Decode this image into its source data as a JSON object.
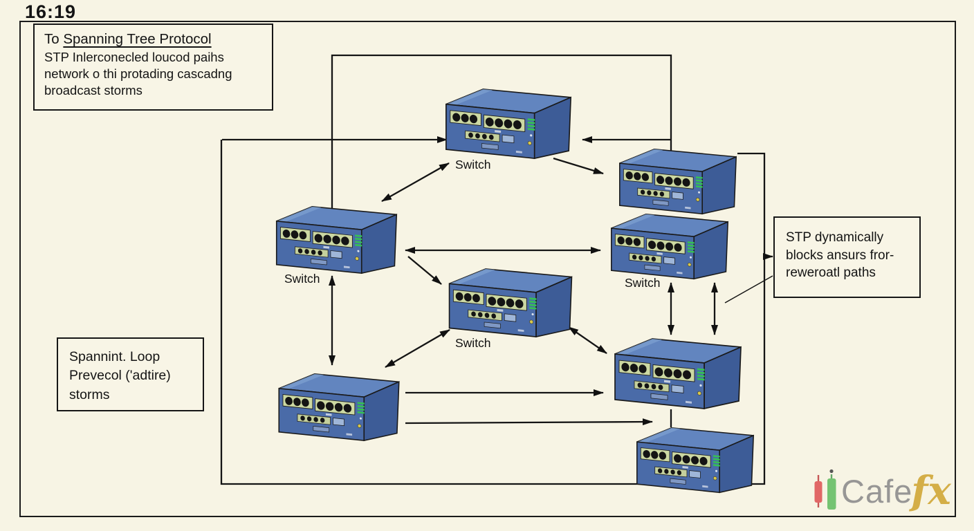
{
  "page": {
    "timestamp": "16:19"
  },
  "title_box": {
    "line1_prefix": "To ",
    "line1_underlined": "Spanning Tree Protocol",
    "line2": "STP Inlerconecled loucod paihs",
    "line3": "network o thi protading cascadng",
    "line4": "broadcast storms"
  },
  "left_box": {
    "line1": "Spannint. Loop",
    "line2": "Prevecol ('adtire)",
    "line3": "storms"
  },
  "right_box": {
    "line1": "STP dynamically",
    "line2": "blocks ansurs fror-",
    "line3": "reweroatl paths"
  },
  "switch_labels": [
    "Switch",
    "Switch",
    "Switch",
    "Switch"
  ],
  "watermark": {
    "name": "Cafe",
    "suffix": "fx"
  },
  "colors": {
    "background": "#f7f4e4",
    "line": "#1a1a1a",
    "switch_front": "#4a6ba8",
    "switch_top": "#6285bf",
    "switch_side": "#3d5c97",
    "port_plate": "#ccd8a2",
    "led_green": "#35c055",
    "button_yellow": "#d8c84a",
    "watermark_gray": "#8f8f8f",
    "watermark_gold": "#d2a93a",
    "candle_red": "#e05c5c",
    "candle_green": "#6abf69"
  }
}
